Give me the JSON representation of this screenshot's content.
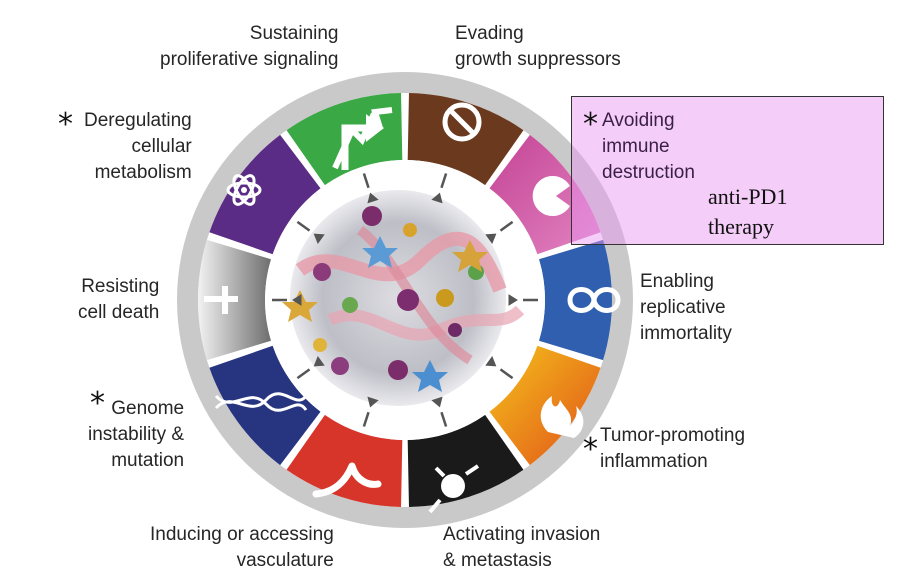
{
  "colors": {
    "proliferative": "#3aa845",
    "growth_suppressors": "#6b3a1e",
    "immune": "#b8307f",
    "immortality": "#2f5fae",
    "inflammation": "#f08a1c",
    "invasion": "#1a1a1a",
    "vasculature": "#d8352a",
    "genome": "#27347f",
    "cell_death": "#8c8c8c",
    "metabolism": "#5b2c86",
    "highlight_box": "#e896f0"
  },
  "hallmarks": [
    {
      "key": "proliferative",
      "lines": [
        "Sustaining",
        "proliferative signaling"
      ],
      "starred": false,
      "icon": "arrow-icon"
    },
    {
      "key": "growth_suppressors",
      "lines": [
        "Evading",
        "growth suppressors"
      ],
      "starred": false,
      "icon": "no-entry-icon"
    },
    {
      "key": "immune",
      "lines": [
        "Avoiding",
        "immune",
        "destruction"
      ],
      "starred": true,
      "icon": "pacman-cell-icon"
    },
    {
      "key": "immortality",
      "lines": [
        "Enabling",
        "replicative",
        "immortality"
      ],
      "starred": false,
      "icon": "infinity-icon"
    },
    {
      "key": "inflammation",
      "lines": [
        "Tumor-promoting",
        "inflammation"
      ],
      "starred": true,
      "icon": "flame-icon"
    },
    {
      "key": "invasion",
      "lines": [
        "Activating invasion",
        "& metastasis"
      ],
      "starred": false,
      "icon": "cell-invasion-icon"
    },
    {
      "key": "vasculature",
      "lines": [
        "Inducing or accessing",
        "vasculature"
      ],
      "starred": false,
      "icon": "vessel-icon"
    },
    {
      "key": "genome",
      "lines": [
        "Genome",
        "instability &",
        "mutation"
      ],
      "starred": true,
      "icon": "dna-icon"
    },
    {
      "key": "cell_death",
      "lines": [
        "Resisting",
        "cell death"
      ],
      "starred": false,
      "icon": "cross-icon"
    },
    {
      "key": "metabolism",
      "lines": [
        "Deregulating",
        "cellular",
        "metabolism"
      ],
      "starred": true,
      "icon": "atom-icon"
    }
  ],
  "star_symbol": "*",
  "annotation": {
    "lines": [
      "anti-PD1",
      "therapy"
    ]
  }
}
